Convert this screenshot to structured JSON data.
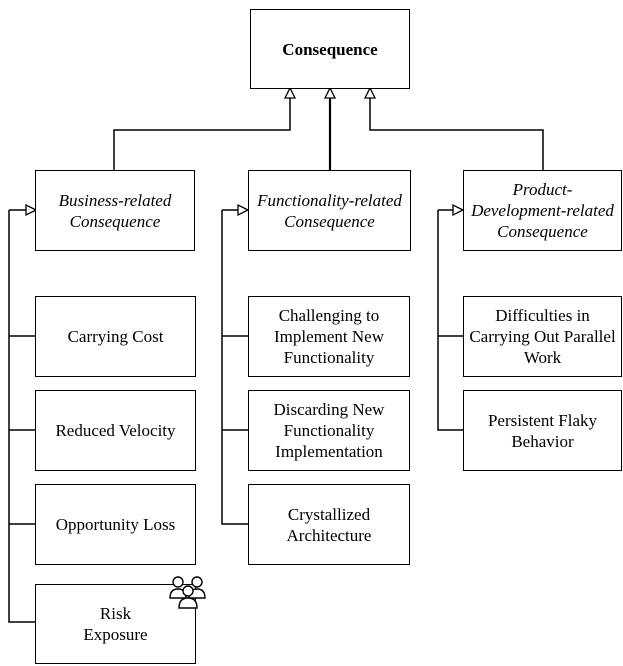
{
  "root": {
    "label": "Consequence"
  },
  "categories": [
    {
      "label": "Business-related Consequence",
      "children": [
        "Carrying Cost",
        "Reduced Velocity",
        "Opportunity Loss",
        "Risk Exposure"
      ]
    },
    {
      "label": "Functionality-related Consequence",
      "children": [
        "Challenging to Implement New Functionality",
        "Discarding New Functionality Implementation",
        "Crystallized Architecture"
      ]
    },
    {
      "label": "Product-Development-related Consequence",
      "children": [
        "Difficulties in Carrying Out Parallel Work",
        "Persistent Flaky Behavior"
      ]
    }
  ],
  "icons": {
    "risk_exposure": "people-group-icon"
  },
  "colors": {
    "stroke": "#000000",
    "fill": "#ffffff"
  }
}
